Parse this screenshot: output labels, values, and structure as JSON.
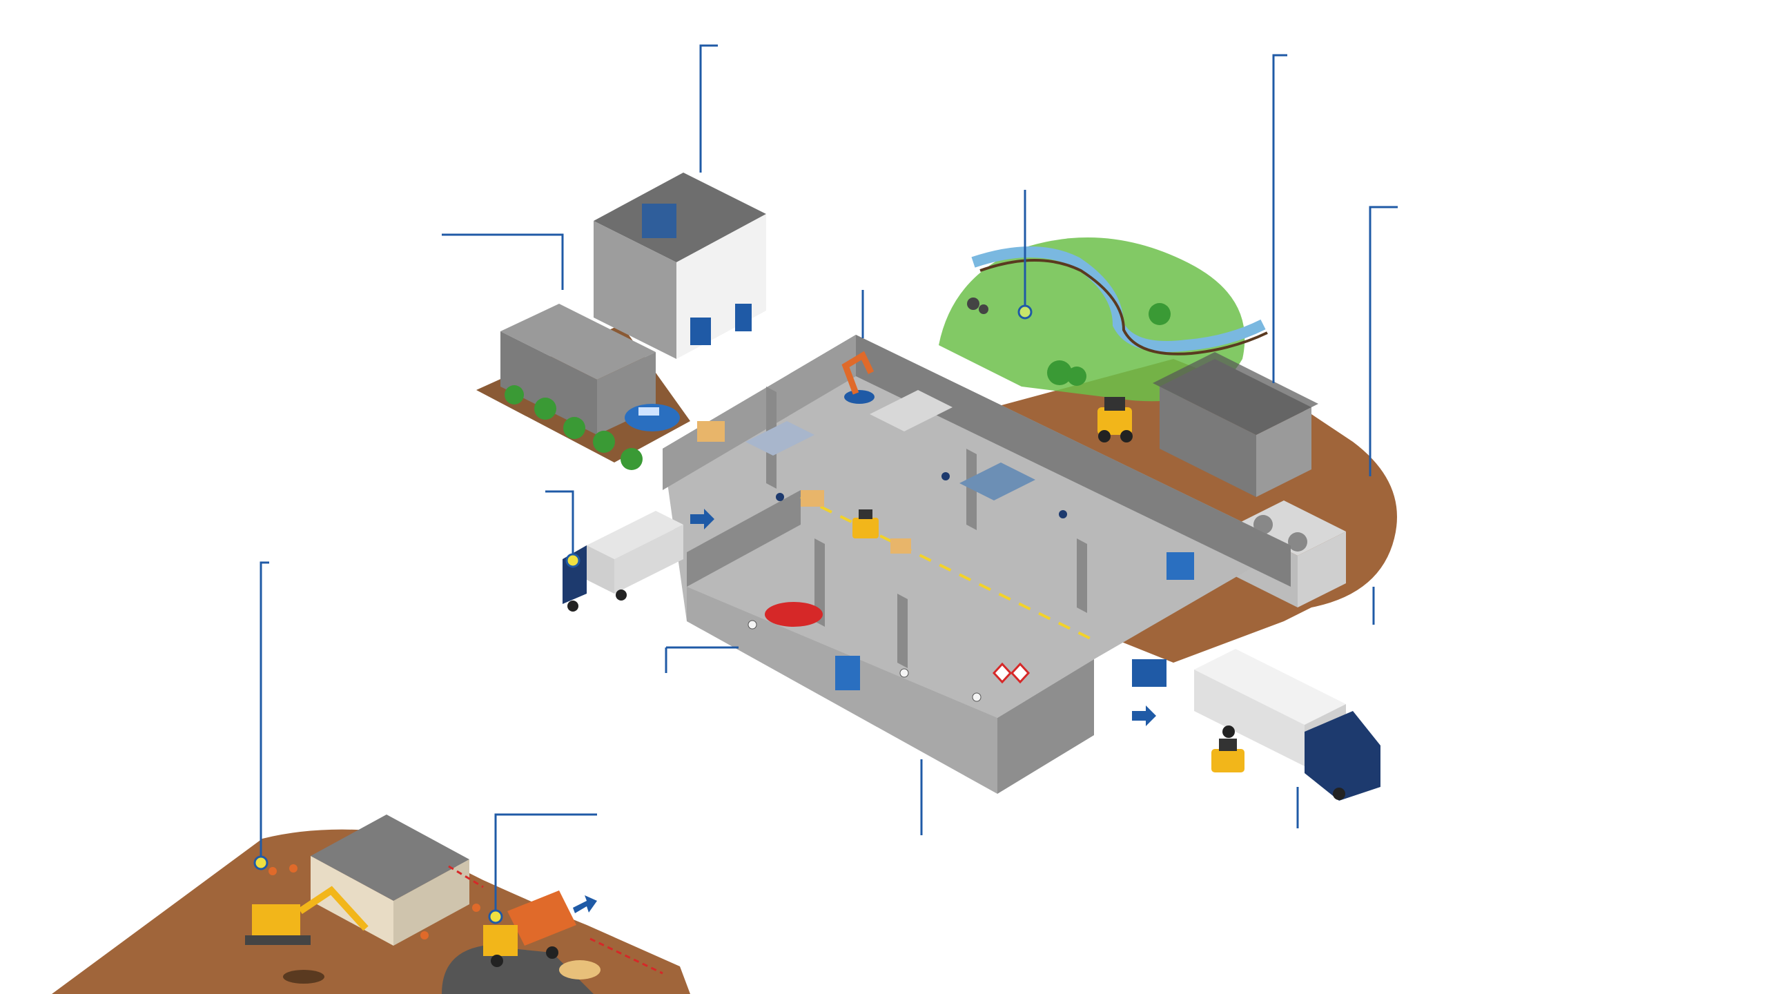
{
  "colors": {
    "accent_blue": "#1f5aa6",
    "marker_yellow": "#f0e040",
    "ground_brown": "#a0653a",
    "grass_green": "#6cc04a",
    "river_blue": "#7ab8e0",
    "wall_gray": "#8e8e8e",
    "floor_gray": "#b9b9b9",
    "vehicle_yellow": "#f2b61a",
    "truck_navy": "#1d3a6e"
  },
  "scene": {
    "zones": [
      "office-building",
      "factory-floor",
      "research-lab",
      "green-area-river",
      "storage-shed",
      "cooling-units",
      "delivery-truck-inbound",
      "delivery-truck-outbound",
      "demolition-site"
    ],
    "callout_count": 12,
    "marker_count": 4
  }
}
